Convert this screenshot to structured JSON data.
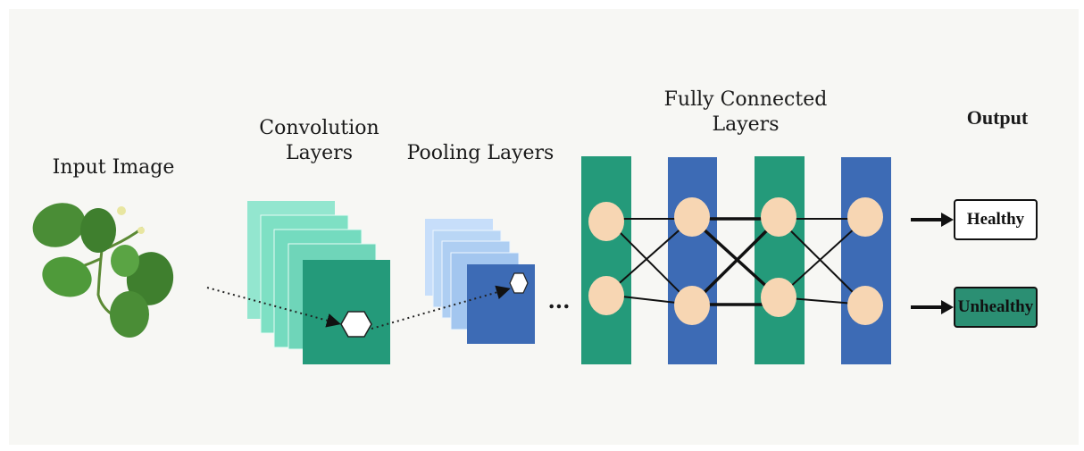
{
  "labels": {
    "input": "Input Image",
    "convolution": "Convolution\nLayers",
    "pooling": "Pooling Layers",
    "fully_connected": "Fully Connected\nLayers",
    "output": "Output",
    "ellipsis": "..."
  },
  "outputs": {
    "healthy": "Healthy",
    "unhealthy": "Unhealthy"
  },
  "colors": {
    "conv_light": "#7ee0c4",
    "conv_dark": "#249a7a",
    "pool_light": "#b9d6f5",
    "pool_dark": "#3d6bb5",
    "fc_green": "#249a7a",
    "fc_blue": "#3d6bb5",
    "neuron": "#f7d6b3",
    "unhealthy_fill": "#2b8f73",
    "leaf": "#4a8d36"
  }
}
